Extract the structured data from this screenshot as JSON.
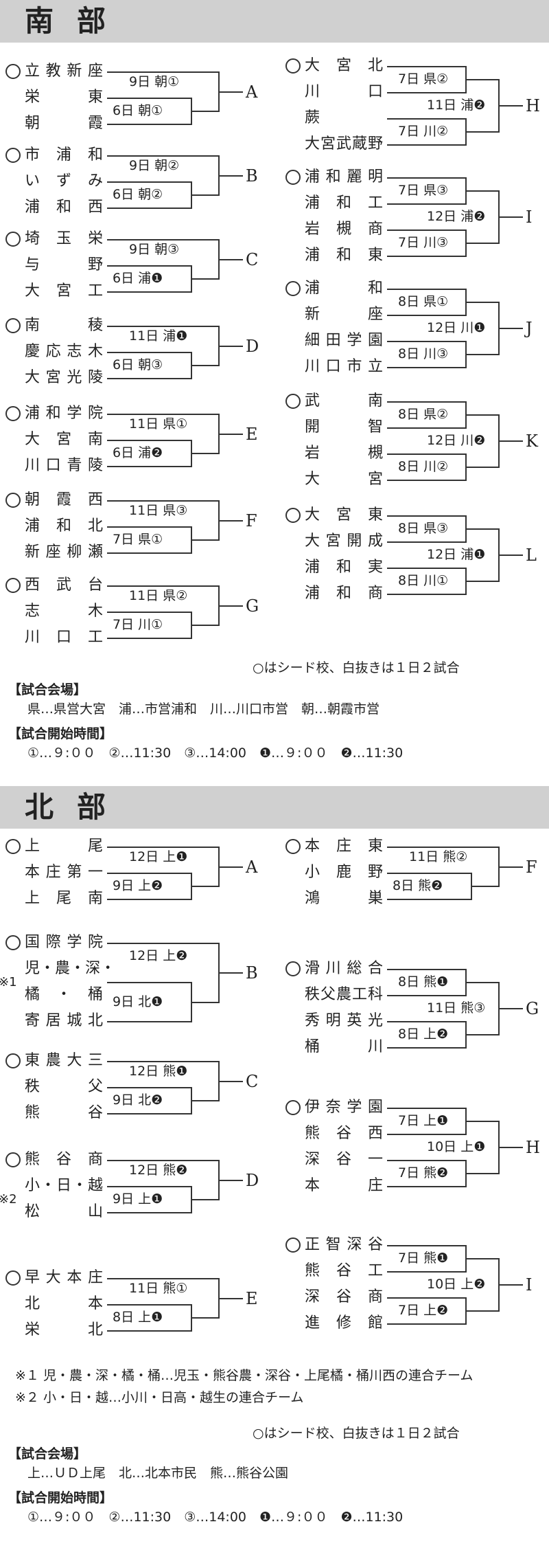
{
  "south": {
    "title": "南部",
    "legend": "○はシード校、白抜きは１日２試合",
    "venues_heading": "【試合会場】",
    "venues": "県…県営大宮　浦…市営浦和　川…川口市営　朝…朝霞市営",
    "times_heading": "【試合開始時間】",
    "times": "①…９:００　②…11:30　③…14:00　❶…９:００　❷…11:30",
    "brackets": [
      {
        "letter": "A",
        "teams": [
          {
            "name": "立教新座",
            "seed": true
          },
          {
            "name": "栄東",
            "seed": false
          },
          {
            "name": "朝霞",
            "seed": false
          }
        ],
        "matches": [
          "9日 朝①",
          "6日 朝①"
        ]
      },
      {
        "letter": "B",
        "teams": [
          {
            "name": "市浦和",
            "seed": true
          },
          {
            "name": "いずみ",
            "seed": false
          },
          {
            "name": "浦和西",
            "seed": false
          }
        ],
        "matches": [
          "9日 朝②",
          "6日 朝②"
        ]
      },
      {
        "letter": "C",
        "teams": [
          {
            "name": "埼玉栄",
            "seed": true
          },
          {
            "name": "与野",
            "seed": false
          },
          {
            "name": "大宮工",
            "seed": false
          }
        ],
        "matches": [
          "9日 朝③",
          "6日 浦❶"
        ]
      },
      {
        "letter": "D",
        "teams": [
          {
            "name": "南稜",
            "seed": true
          },
          {
            "name": "慶応志木",
            "seed": false
          },
          {
            "name": "大宮光陵",
            "seed": false
          }
        ],
        "matches": [
          "11日 浦❶",
          "6日 朝③"
        ]
      },
      {
        "letter": "E",
        "teams": [
          {
            "name": "浦和学院",
            "seed": true
          },
          {
            "name": "大宮南",
            "seed": false
          },
          {
            "name": "川口青陵",
            "seed": false
          }
        ],
        "matches": [
          "11日 県①",
          "6日 浦❷"
        ]
      },
      {
        "letter": "F",
        "teams": [
          {
            "name": "朝霞西",
            "seed": true
          },
          {
            "name": "浦和北",
            "seed": false
          },
          {
            "name": "新座柳瀬",
            "seed": false
          }
        ],
        "matches": [
          "11日 県③",
          "7日 県①"
        ]
      },
      {
        "letter": "G",
        "teams": [
          {
            "name": "西武台",
            "seed": true
          },
          {
            "name": "志木",
            "seed": false
          },
          {
            "name": "川口工",
            "seed": false
          }
        ],
        "matches": [
          "11日 県②",
          "7日 川①"
        ]
      },
      {
        "letter": "H",
        "teams": [
          {
            "name": "大宮北",
            "seed": true
          },
          {
            "name": "川口",
            "seed": false
          },
          {
            "name": "蕨",
            "seed": false
          },
          {
            "name": "大宮武蔵野",
            "seed": false
          }
        ],
        "matches": [
          "7日 県②",
          "11日 浦❷",
          "7日 川②"
        ]
      },
      {
        "letter": "I",
        "teams": [
          {
            "name": "浦和麗明",
            "seed": true
          },
          {
            "name": "浦和工",
            "seed": false
          },
          {
            "name": "岩槻商",
            "seed": false
          },
          {
            "name": "浦和東",
            "seed": false
          }
        ],
        "matches": [
          "7日 県③",
          "12日 浦❷",
          "7日 川③"
        ]
      },
      {
        "letter": "J",
        "teams": [
          {
            "name": "浦和",
            "seed": true
          },
          {
            "name": "新座",
            "seed": false
          },
          {
            "name": "細田学園",
            "seed": false
          },
          {
            "name": "川口市立",
            "seed": false
          }
        ],
        "matches": [
          "8日 県①",
          "12日 川❶",
          "8日 川③"
        ]
      },
      {
        "letter": "K",
        "teams": [
          {
            "name": "武南",
            "seed": true
          },
          {
            "name": "開智",
            "seed": false
          },
          {
            "name": "岩槻",
            "seed": false
          },
          {
            "name": "大宮",
            "seed": false
          }
        ],
        "matches": [
          "8日 県②",
          "12日 川❷",
          "8日 川②"
        ]
      },
      {
        "letter": "L",
        "teams": [
          {
            "name": "大宮東",
            "seed": true
          },
          {
            "name": "大宮開成",
            "seed": false
          },
          {
            "name": "浦和実",
            "seed": false
          },
          {
            "name": "浦和商",
            "seed": false
          }
        ],
        "matches": [
          "8日 県③",
          "12日 浦❶",
          "8日 川①"
        ]
      }
    ]
  },
  "north": {
    "title": "北部",
    "footnote1": "※１ 児・農・深・橘・桶…児玉・熊谷農・深谷・上尾橘・桶川西の連合チーム",
    "footnote2": "※２ 小・日・越…小川・日高・越生の連合チーム",
    "legend": "○はシード校、白抜きは１日２試合",
    "venues_heading": "【試合会場】",
    "venues": "上…ＵＤ上尾　北…北本市民　熊…熊谷公園",
    "times_heading": "【試合開始時間】",
    "times": "①…９:００　②…11:30　③…14:00　❶…９:００　❷…11:30",
    "brackets": [
      {
        "letter": "A",
        "teams": [
          {
            "name": "上尾",
            "seed": true
          },
          {
            "name": "本庄第一",
            "seed": false
          },
          {
            "name": "上尾南",
            "seed": false
          }
        ],
        "matches": [
          "12日 上❶",
          "9日 上❷"
        ]
      },
      {
        "letter": "B",
        "teams": [
          {
            "name": "国際学院",
            "seed": true
          },
          {
            "name": "児・農・深・",
            "seed": false
          },
          {
            "name": "橘・桶",
            "seed": false
          },
          {
            "name": "寄居城北",
            "seed": false
          }
        ],
        "mark": "※1",
        "matches": [
          "12日 上❷",
          "9日 北❶"
        ]
      },
      {
        "letter": "C",
        "teams": [
          {
            "name": "東農大三",
            "seed": true
          },
          {
            "name": "秩父",
            "seed": false
          },
          {
            "name": "熊谷",
            "seed": false
          }
        ],
        "matches": [
          "12日 熊❶",
          "9日 北❷"
        ]
      },
      {
        "letter": "D",
        "teams": [
          {
            "name": "熊谷商",
            "seed": true
          },
          {
            "name": "小・日・越",
            "seed": false
          },
          {
            "name": "松山",
            "seed": false
          }
        ],
        "mark": "※2",
        "matches": [
          "12日 熊❷",
          "9日 上❶"
        ]
      },
      {
        "letter": "E",
        "teams": [
          {
            "name": "早大本庄",
            "seed": true
          },
          {
            "name": "北本",
            "seed": false
          },
          {
            "name": "栄北",
            "seed": false
          }
        ],
        "matches": [
          "11日 熊①",
          "8日 上❶"
        ]
      },
      {
        "letter": "F",
        "teams": [
          {
            "name": "本庄東",
            "seed": true
          },
          {
            "name": "小鹿野",
            "seed": false
          },
          {
            "name": "鴻巣",
            "seed": false
          }
        ],
        "matches": [
          "11日 熊②",
          "8日 熊❷"
        ]
      },
      {
        "letter": "G",
        "teams": [
          {
            "name": "滑川総合",
            "seed": true
          },
          {
            "name": "秩父農工科",
            "seed": false
          },
          {
            "name": "秀明英光",
            "seed": false
          },
          {
            "name": "桶川",
            "seed": false
          }
        ],
        "matches": [
          "8日 熊❶",
          "11日 熊③",
          "8日 上❷"
        ]
      },
      {
        "letter": "H",
        "teams": [
          {
            "name": "伊奈学園",
            "seed": true
          },
          {
            "name": "熊谷西",
            "seed": false
          },
          {
            "name": "深谷一",
            "seed": false
          },
          {
            "name": "本庄",
            "seed": false
          }
        ],
        "matches": [
          "7日 上❶",
          "10日 上❶",
          "7日 熊❷"
        ]
      },
      {
        "letter": "I",
        "teams": [
          {
            "name": "正智深谷",
            "seed": true
          },
          {
            "name": "熊谷工",
            "seed": false
          },
          {
            "name": "深谷商",
            "seed": false
          },
          {
            "name": "進修館",
            "seed": false
          }
        ],
        "matches": [
          "7日 熊❶",
          "10日 上❷",
          "7日 上❷"
        ]
      }
    ]
  }
}
